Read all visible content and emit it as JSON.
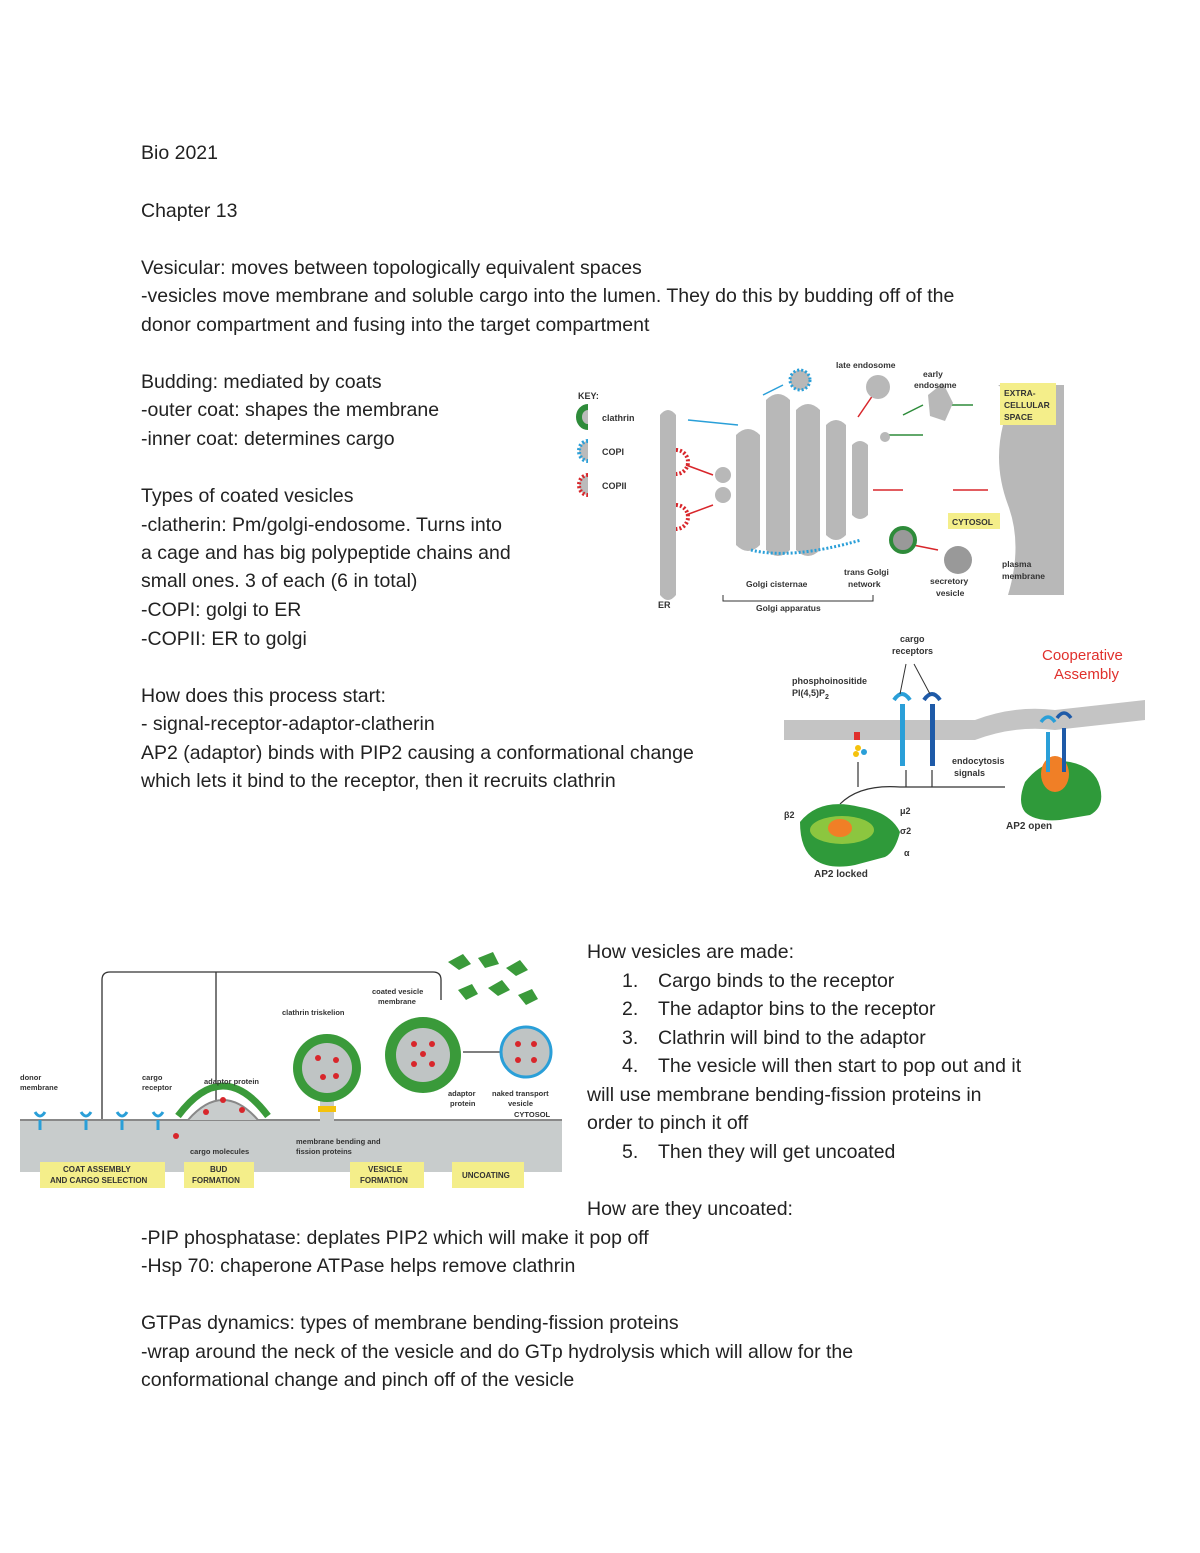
{
  "header": {
    "course": "Bio 2021",
    "chapter": "Chapter 13"
  },
  "section1": [
    "Vesicular: moves between topologically equivalent spaces",
    "-vesicles move membrane and soluble cargo into the lumen. They do this by budding off of the",
    "donor compartment and fusing into the target compartment"
  ],
  "budding": [
    "Budding: mediated by coats",
    "-outer coat: shapes the membrane",
    "-inner coat: determines cargo"
  ],
  "types": [
    "Types of coated vesicles",
    "-clatherin: Pm/golgi-endosome. Turns into",
    "a cage and has big polypeptide chains and",
    "small ones. 3 of each (6 in total)",
    "-COPI: golgi to ER",
    "-COPII: ER to golgi"
  ],
  "start": [
    "How does this process start:",
    "- signal-receptor-adaptor-clatherin",
    "AP2 (adaptor) binds with PIP2 causing a conformational change",
    "which lets it bind to the receptor, then it recruits clathrin"
  ],
  "made": {
    "title": "How vesicles are made:",
    "steps": [
      {
        "num": "1.",
        "text": "Cargo binds to the receptor"
      },
      {
        "num": "2.",
        "text": "The adaptor bins to the receptor"
      },
      {
        "num": "3.",
        "text": "Clathrin will bind to the adaptor"
      },
      {
        "num": "4.",
        "text": "The vesicle will then start to pop out and it"
      }
    ],
    "cont1": "will use membrane bending-fission proteins in",
    "cont2": "order to pinch it off",
    "step5": {
      "num": "5.",
      "text": "Then they will get uncoated"
    }
  },
  "uncoat": [
    "How are they uncoated:",
    "-PIP phosphatase: deplates PIP2 which will make it pop off",
    "-Hsp 70: chaperone ATPase helps remove clathrin"
  ],
  "gtpase": [
    "GTPas dynamics: types of membrane bending-fission proteins",
    "-wrap around the neck of the vesicle and do GTp hydrolysis which will allow for the",
    "conformational change and pinch off of the vesicle"
  ],
  "fig_golgi": {
    "key_title": "KEY:",
    "key_clathrin": "clathrin",
    "key_copi": "COPI",
    "key_copii": "COPII",
    "late_endosome": "late endosome",
    "early": "early",
    "endosome": "endosome",
    "extra1": "EXTRA-",
    "extra2": "CELLULAR",
    "extra3": "SPACE",
    "cytosol": "CYTOSOL",
    "plasma1": "plasma",
    "plasma2": "membrane",
    "trans1": "trans Golgi",
    "trans2": "network",
    "golgi_cisternae": "Golgi cisternae",
    "secretory1": "secretory",
    "secretory2": "vesicle",
    "er": "ER",
    "golgi_apparatus": "Golgi apparatus",
    "colors": {
      "clathrin": "#2e8b3a",
      "copi": "#2a9fd8",
      "copii": "#d8262b",
      "membrane": "#b5b5b5",
      "yellow": "#f4ee8a"
    }
  },
  "fig_ap2": {
    "cargo1": "cargo",
    "cargo2": "receptors",
    "phospho1": "phosphoinositide",
    "phospho2": "PI(4,5)P",
    "phospho2_sub": "2",
    "coop1": "Cooperative",
    "coop2": "Assembly",
    "endo1": "endocytosis",
    "endo2": "signals",
    "beta2": "β2",
    "mu2": "μ2",
    "sigma2": "σ2",
    "alpha": "α",
    "locked": "AP2 locked",
    "open": "AP2 open",
    "colors": {
      "coop": "#e0302c",
      "ap2": "#2f9a3a",
      "ap2_light": "#8cc63f",
      "center": "#f07f26",
      "receptor": "#1e78c2"
    }
  },
  "fig_clathrin": {
    "donor1": "donor",
    "donor2": "membrane",
    "cargo_r1": "cargo",
    "cargo_r2": "receptor",
    "adaptor_protein": "adaptor protein",
    "clathrin_triskelion": "clathrin triskelion",
    "coated1": "coated vesicle",
    "coated2": "membrane",
    "adaptor1": "adaptor",
    "adaptor2": "protein",
    "naked1": "naked transport",
    "naked2": "vesicle",
    "cytosol": "CYTOSOL",
    "cargo_molecules": "cargo molecules",
    "bending1": "membrane bending and",
    "bending2": "fission proteins",
    "stage1a": "COAT ASSEMBLY",
    "stage1b": "AND CARGO SELECTION",
    "stage2a": "BUD",
    "stage2b": "FORMATION",
    "stage3a": "VESICLE",
    "stage3b": "FORMATION",
    "stage4": "UNCOATING"
  }
}
